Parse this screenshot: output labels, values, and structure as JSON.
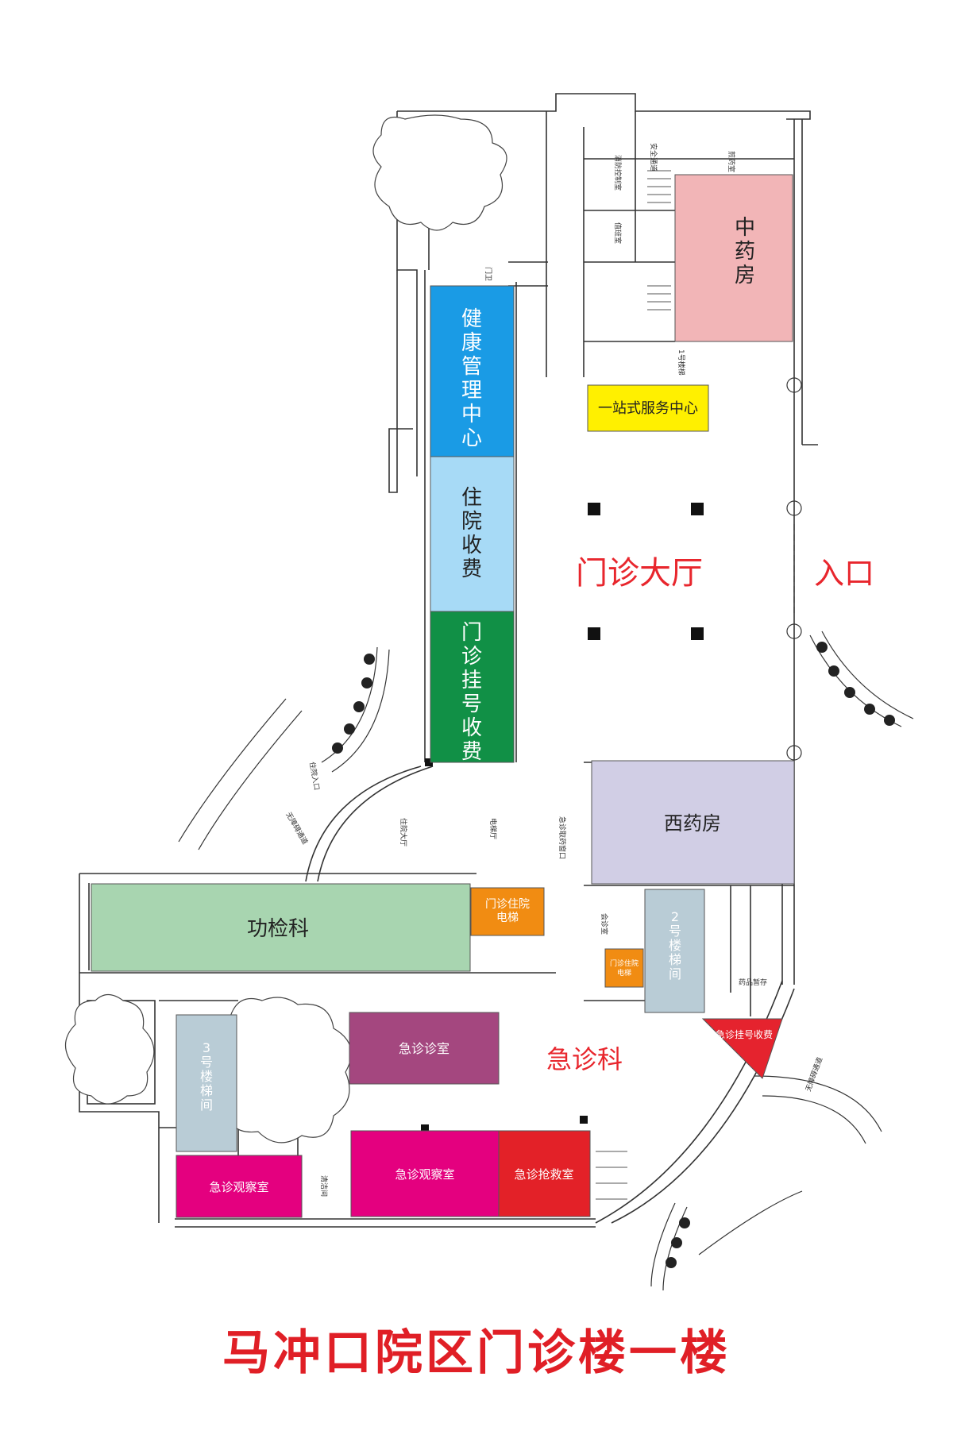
{
  "title": "马冲口院区门诊楼一楼",
  "zones": {
    "hall": "门诊大厅",
    "entrance": "入口",
    "emergency": "急诊科"
  },
  "rooms": {
    "health": "健康管理中心",
    "inpatient_fee": "住院收费",
    "outpatient_reg": "门诊挂号收费",
    "tcm": "中药房",
    "one_stop": "一站式服务中心",
    "western": "西药房",
    "function_check": "功检科",
    "elevator_main": "门诊住院电梯",
    "elevator_small": "门诊住院电梯",
    "stair2": "2号楼梯间",
    "stair3": "3号楼梯间",
    "er_clinic": "急诊诊室",
    "er_reg": "急诊挂号收费",
    "er_obs_left": "急诊观察室",
    "er_obs_mid": "急诊观察室",
    "er_rescue": "急诊抢救室"
  },
  "small_labels": {
    "inpatient_entrance": "住院入口",
    "barrier_free_1": "无障碍通道",
    "barrier_free_2": "无障碍通道",
    "inpatient_hall": "住院大厅",
    "elevator_hall": "电梯厅",
    "er_pharmacy_window": "急诊取药窗口",
    "fire_control": "消防控制室",
    "safety_exit": "安全通道",
    "duty": "值班室",
    "preparation": "煎药室",
    "stair1": "1号楼梯",
    "door": "门卫",
    "meeting": "会诊室",
    "pharmacy_store": "药品暂存",
    "cleaning": "清洁间"
  },
  "colors": {
    "health": "#1a9be5",
    "inpatient_fee": "#a7daf6",
    "outpatient_reg": "#119046",
    "tcm": "#f2b5b7",
    "one_stop": "#fff000",
    "western": "#d1cee5",
    "function_check": "#a8d5b0",
    "elevator": "#f18c12",
    "stair": "#b9ccd6",
    "er_clinic": "#a4477f",
    "er_reg": "#e5232e",
    "er_obs": "#e4007f",
    "er_rescue": "#e32128",
    "title": "#e01f26"
  }
}
